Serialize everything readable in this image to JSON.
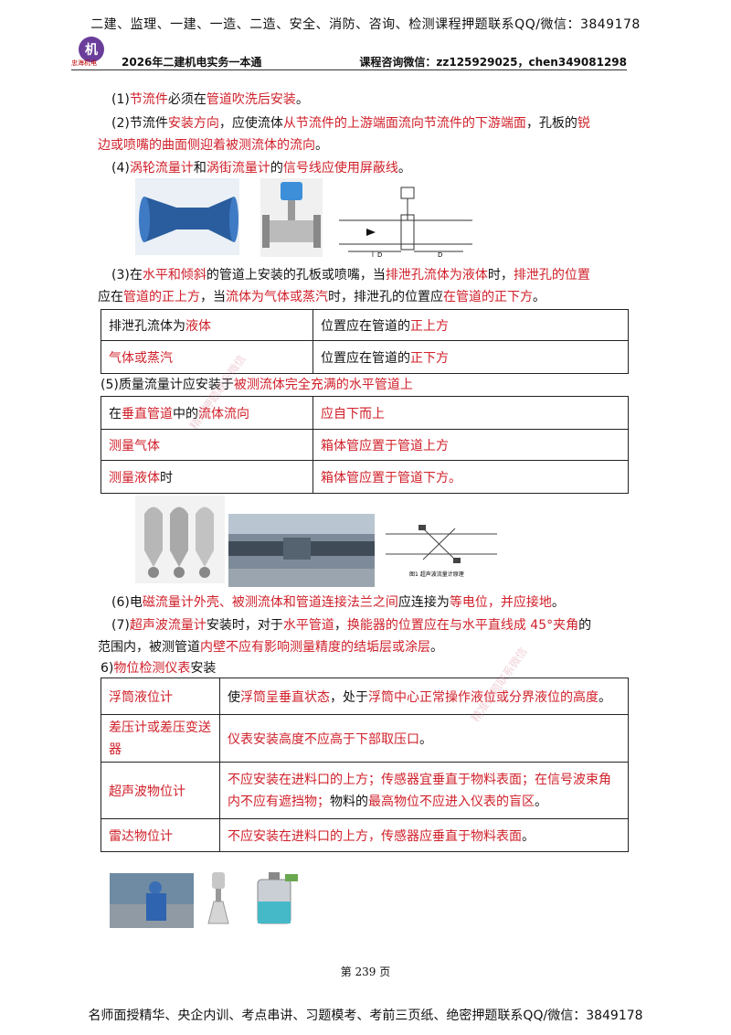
{
  "header": {
    "banner": "二建、监理、一建、一造、二造、安全、消防、咨询、检测课程押题联系QQ/微信：3849178",
    "logo_text": "忠海机电",
    "left": "2026年二建机电实务一本通",
    "right": "课程咨询微信：zz125929025，chen349081298"
  },
  "p1": {
    "a": "(1)",
    "b": "节流件",
    "c": "必须在",
    "d": "管道吹洗后安装",
    "e": "。"
  },
  "p2": {
    "a": "(2)节流件",
    "b": "安装方向",
    "c": "，应使流体",
    "d": "从节流件的上游端面流向节流件的下游端面",
    "e": "，孔板的",
    "f": "锐",
    "g": "边或喷嘴的曲面侧迎着被测流体的流向",
    "h": "。"
  },
  "p4": {
    "a": "(4)",
    "b": "涡轮流量计",
    "c": "和",
    "d": "涡街流量计",
    "e": "的",
    "f": "信号线应使用屏蔽线",
    "g": "。"
  },
  "p3": {
    "a": "(3)在",
    "b": "水平和倾斜",
    "c": "的管道上安装的孔板或喷嘴，当",
    "d": "排泄孔流体为液体",
    "e": "时，",
    "f": "排泄孔的位置",
    "g": "应在",
    "h": "管道的正上方",
    "i": "，当",
    "j": "流体为气体或蒸汽",
    "k": "时，排泄孔的位置应",
    "l": "在管道的正下方",
    "m": "。"
  },
  "table1": [
    {
      "c1a": "排泄孔流体为",
      "c1b": "液体",
      "c2a": "位置应在管道的",
      "c2b": "正上方"
    },
    {
      "c1a": "",
      "c1b": "气体或蒸汽",
      "c2a": "位置应在管道的",
      "c2b": "正下方"
    }
  ],
  "p5": {
    "a": "(5)质量流量计应安装于",
    "b": "被测流体完全充满的水平管道上"
  },
  "table2": [
    {
      "c1a": "在",
      "c1b": "垂直管道",
      "c1c": "中的",
      "c1d": "流体流向",
      "c1e": "",
      "c2": "应自下而上"
    },
    {
      "c1a": "",
      "c1b": "测量气体",
      "c1c": "",
      "c1d": "",
      "c1e": "",
      "c2": "箱体管应置于管道上方"
    },
    {
      "c1a": "",
      "c1b": "测量液体",
      "c1c": "时",
      "c1d": "",
      "c1e": "",
      "c2": "箱体管应置于管道下方。"
    }
  ],
  "p6": {
    "a": "(6)电",
    "b": "磁流量计外壳、被测流体和管道连接法兰之间",
    "c": "应连接为",
    "d": "等电位，并应接地",
    "e": "。"
  },
  "p7": {
    "a": "(7)",
    "b": "超声波流量计",
    "c": "安装时，对于",
    "d": "水平管道",
    "e": "，",
    "f": "换能器的位置应在与水平直线成 45°夹角",
    "g": "的",
    "h": "范围内，被测管道",
    "i": "内壁不应有影响测量精度的结垢层或涂层",
    "j": "。"
  },
  "sec6": {
    "a": "6)",
    "b": "物位检测仪表",
    "c": "安装"
  },
  "table3": [
    {
      "c1": "浮筒液位计",
      "c2a": "使",
      "c2b": "浮筒呈垂直状态",
      "c2c": "，处于",
      "c2d": "浮筒中心正常操作液位或分界液位的高度",
      "c2e": "。"
    },
    {
      "c1": "差压计或差压变送器",
      "c2a": "",
      "c2b": "仪表安装高度不应高于下部取压口",
      "c2c": "。",
      "c2d": "",
      "c2e": ""
    },
    {
      "c1": "超声波物位计",
      "c2a": "",
      "c2b": "不应安装在进料口的上方；传感器宜垂直于物料表面；在信号波束角内不应有遮挡物；",
      "c2c": "物料的",
      "c2d": "最高物位不应进入仪表的盲区",
      "c2e": "。"
    },
    {
      "c1": "雷达物位计",
      "c2a": "",
      "c2b": "不应安装在进料口的上方，传感器应垂直于物料表面",
      "c2c": "。",
      "c2d": "",
      "c2e": ""
    }
  ],
  "diagram": {
    "l1": "l",
    "l2": "D",
    "l3": "D"
  },
  "fig2": {
    "caption": "图1  超声波流量计原理"
  },
  "watermarks": [
    "精准押题联系微信",
    "精准押题联系微信",
    "精准押题联系微信"
  ],
  "footer": {
    "page": "第 239 页",
    "banner": "名师面授精华、央企内训、考点串讲、习题模考、考前三页纸、绝密押题联系QQ/微信：3849178"
  },
  "colors": {
    "accent": "#d0202a"
  }
}
